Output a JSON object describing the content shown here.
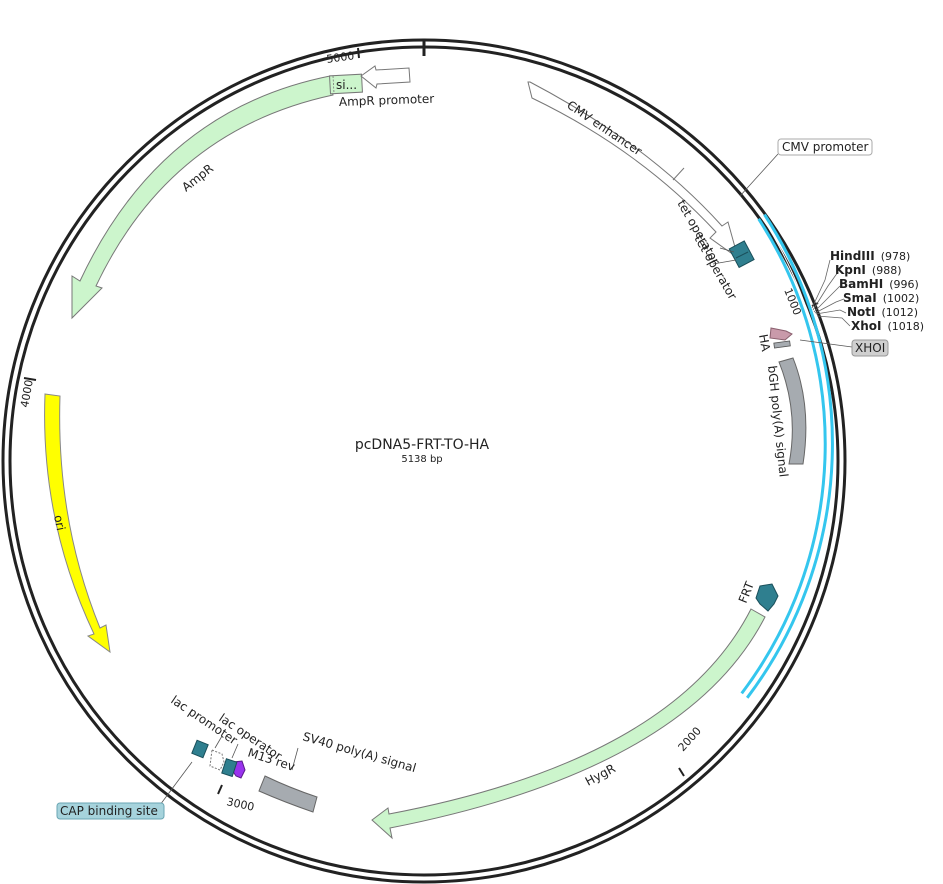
{
  "map": {
    "name": "pcDNA5-FRT-TO-HA",
    "length_label": "5138 bp"
  },
  "ticks": [
    "1000",
    "2000",
    "3000",
    "4000",
    "5000"
  ],
  "features": {
    "cmv_enhancer": "CMV enhancer",
    "tet_operator_1": "tet operator",
    "tet_operator_2": "tet operator",
    "ha": "HA",
    "bgh": "bGH poly(A) signal",
    "frt": "FRT",
    "hygr": "HygR",
    "sv40": "SV40 poly(A) signal",
    "m13rev": "M13 rev",
    "lac_operator": "lac operator",
    "lac_promoter": "lac promoter",
    "ori": "ori",
    "ampr": "AmpR",
    "ampr_promoter": "AmpR promoter",
    "signal_seq": "si..."
  },
  "callouts": {
    "cmv_promoter": "CMV promoter",
    "xhoi_box": "XHOI",
    "cap_site": "CAP binding site"
  },
  "enzymes": [
    {
      "name": "HindIII",
      "pos": "(978)"
    },
    {
      "name": "KpnI",
      "pos": "(988)"
    },
    {
      "name": "BamHI",
      "pos": "(996)"
    },
    {
      "name": "SmaI",
      "pos": "(1002)"
    },
    {
      "name": "NotI",
      "pos": "(1012)"
    },
    {
      "name": "XhoI",
      "pos": "(1018)"
    }
  ],
  "colors": {
    "backbone": "#222222",
    "cmv_promoter_arc": "#34c6ee",
    "marker_green": "#ccf5cc",
    "ori_yellow": "#ffff00",
    "operator_teal": "#2f7f8f",
    "polya_gray": "#a6abb0",
    "ha_pink": "#c99aaa",
    "m13_purple": "#9933ee",
    "cap_blue": "#a6d3dc"
  }
}
